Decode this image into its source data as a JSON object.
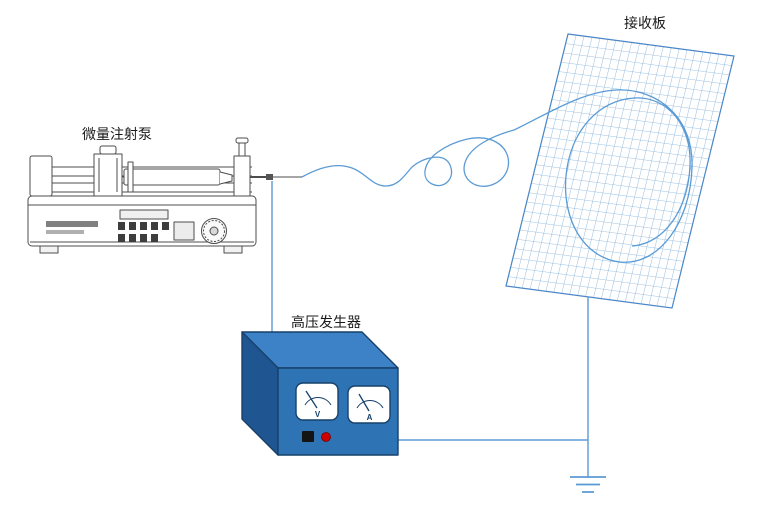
{
  "labels": {
    "syringe_pump": "微量注射泵",
    "collector_plate": "接收板",
    "hv_generator": "高压发生器"
  },
  "generator": {
    "voltmeter": "V",
    "ammeter": "A"
  },
  "colors": {
    "wire_blue": "#5b9bd5",
    "jet_blue": "#5b9bd5",
    "mesh_blue": "#7aadd9",
    "mesh_outline": "#4a86c8",
    "box_front": "#2e74b5",
    "box_top": "#3d82c6",
    "box_side": "#1f5692",
    "box_outline": "#17406b",
    "meter_face": "#ffffff",
    "indicator_red": "#cc0000",
    "button_black": "#141414",
    "sketch_stroke": "#4d4d4d",
    "label_text": "#1a1a1a"
  }
}
